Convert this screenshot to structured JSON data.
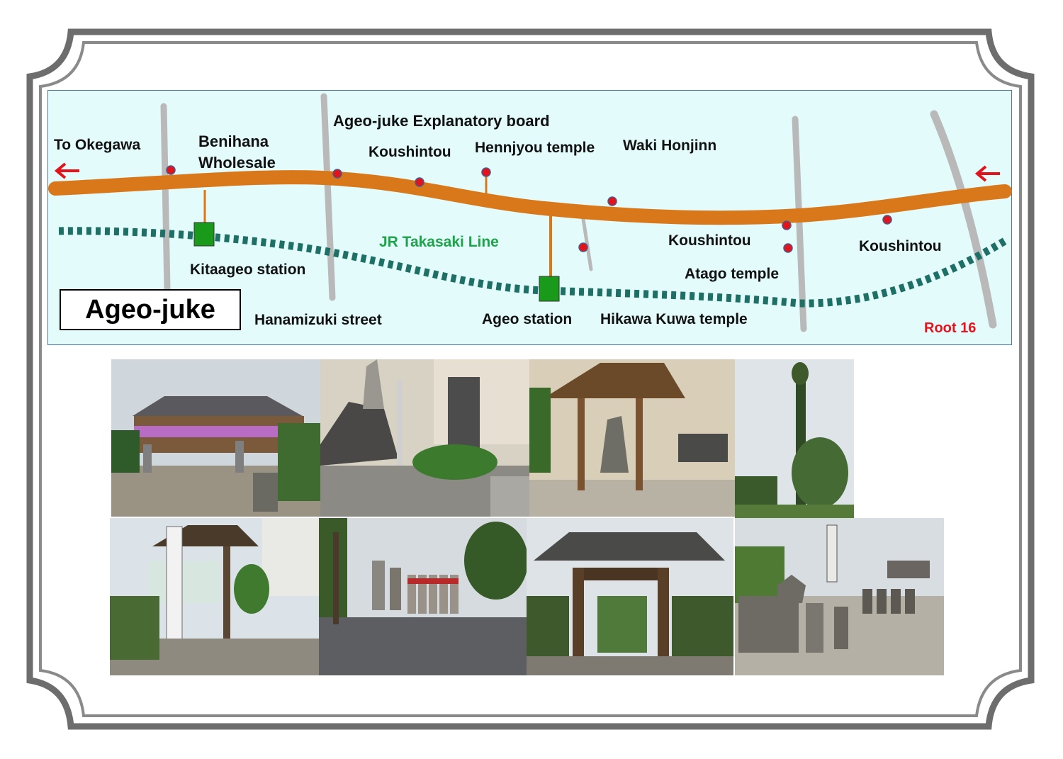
{
  "map": {
    "title": "Ageo-juke",
    "labels": {
      "to_okegawa": "To Okegawa",
      "benihana_line1": "Benihana",
      "benihana_line2": "Wholesale",
      "explanatory_board": "Ageo-juke Explanatory board",
      "koushintou_1": "Koushintou",
      "henjyou_temple": "Hennjyou temple",
      "waki_honjinn": "Waki Honjinn",
      "jr_line": "JR Takasaki Line",
      "koushintou_2": "Koushintou",
      "koushintou_3": "Koushintou",
      "atago_temple": "Atago temple",
      "kitaageo_station": "Kitaageo station",
      "hanamizuki_street": "Hanamizuki street",
      "ageo_station": "Ageo station",
      "hikawa_kuwa_temple": "Hikawa Kuwa temple",
      "root16": "Root 16"
    },
    "colors": {
      "road": "#d9781a",
      "rail": "#1e7066",
      "street": "#b9b9b9",
      "marker": "#e3131b",
      "station": "#1a9a1a",
      "arrow": "#e3131b"
    }
  },
  "photos": [
    {
      "subject": "temple-hall"
    },
    {
      "subject": "stone-monuments"
    },
    {
      "subject": "shrine-roof"
    },
    {
      "subject": "tall-tree"
    },
    {
      "subject": "gate-signboard"
    },
    {
      "subject": "jizo-statues"
    },
    {
      "subject": "temple-gate"
    },
    {
      "subject": "grave-stones"
    }
  ]
}
